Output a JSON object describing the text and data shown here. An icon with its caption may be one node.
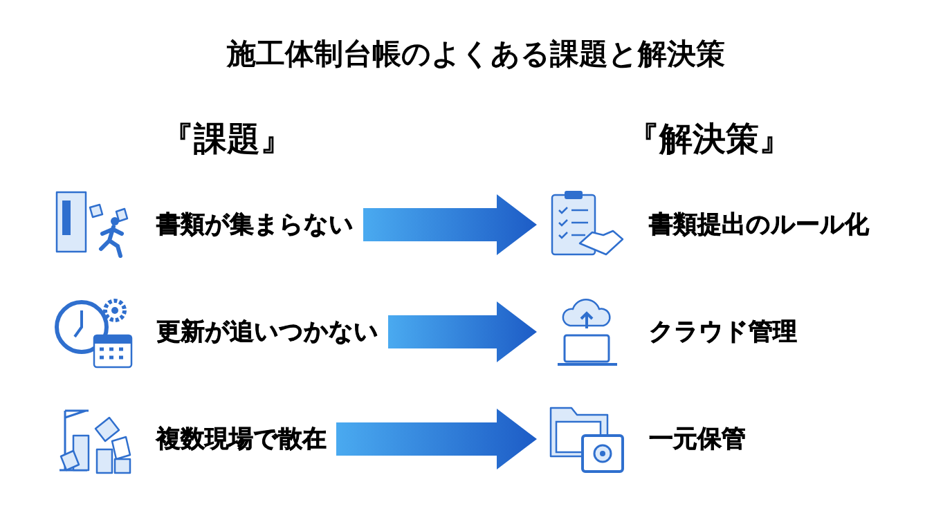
{
  "diagram": {
    "title": "施工体制台帳のよくある課題と解決策",
    "nodes": [
      {
        "text": [
          "書類が集まらない"
        ]
      },
      {
        "text": [
          "書類提出のルール化"
        ]
      },
      {
        "text": [
          "更新が追いつかない"
        ]
      },
      {
        "text": [
          "クラウド管理"
        ]
      },
      {
        "text": [
          "複数現場で散在"
        ]
      },
      {
        "text": [
          "一元保管"
        ]
      }
    ],
    "edges": [
      {
        "from": 0,
        "to": 1,
        "arrow": "to"
      },
      {
        "from": 2,
        "to": 3,
        "arrow": "to"
      },
      {
        "from": 4,
        "to": 5,
        "arrow": "to"
      }
    ],
    "labels": [
      "『課題』",
      "『解決策』"
    ]
  }
}
